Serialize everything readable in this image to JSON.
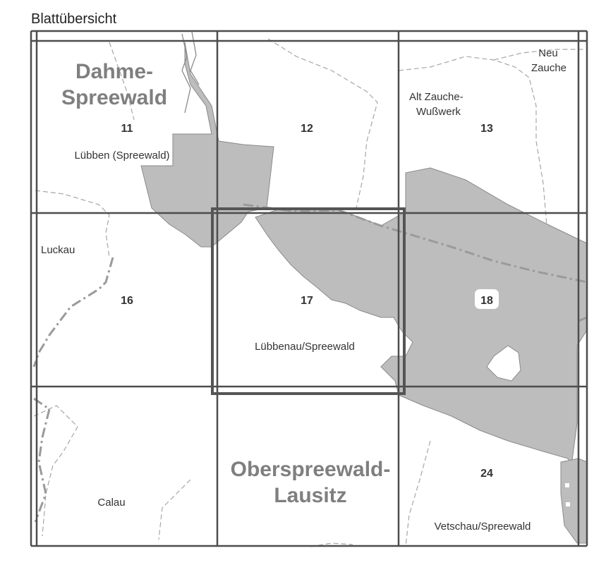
{
  "heading": "Blattübersicht",
  "colors": {
    "area_fill": "#bdbdbd",
    "area_stroke": "#8a8a8a",
    "grid": "#4d4d4d",
    "highlight_frame": "#555555",
    "district_label": "#7f7f7f",
    "boundary": "#a6a6a6",
    "background": "#ffffff"
  },
  "districts": [
    {
      "line1": "Dahme-",
      "line2": "Spreewald"
    },
    {
      "line1": "Oberspreewald-",
      "line2": "Lausitz"
    }
  ],
  "sheets": [
    {
      "number": "11",
      "place": "Lübben (Spreewald)"
    },
    {
      "number": "12",
      "place": ""
    },
    {
      "number": "13",
      "place_line1": "Alt Zauche-",
      "place_line2": "Wußwerk"
    },
    {
      "number": "16",
      "place": "Luckau"
    },
    {
      "number": "17",
      "place": "Lübbenau/Spreewald",
      "selected": true
    },
    {
      "number": "18",
      "place": ""
    },
    {
      "number": "",
      "place": "Calau"
    },
    {
      "number": "",
      "place": ""
    },
    {
      "number": "24",
      "place": "Vetschau/Spreewald"
    }
  ],
  "extra_places": {
    "neu_zauche_line1": "Neu",
    "neu_zauche_line2": "Zauche"
  }
}
